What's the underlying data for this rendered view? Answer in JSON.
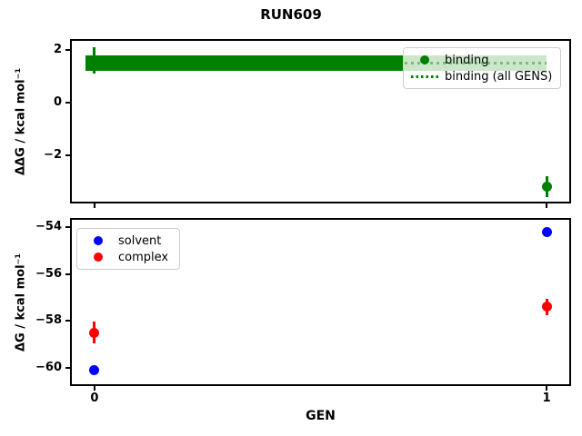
{
  "title": "RUN609",
  "colors": {
    "binding": "#008000",
    "solvent": "#0000ff",
    "complex": "#ff0000",
    "legend_border": "#cccccc",
    "axes": "#000000"
  },
  "top_plot": {
    "ylabel": "ΔΔG / kcal mol⁻¹",
    "ytick_labels": [
      "2",
      "0",
      "−2"
    ],
    "legend": [
      {
        "label": "binding"
      },
      {
        "label": "binding (all GENS)"
      }
    ]
  },
  "bottom_plot": {
    "ylabel": "ΔG / kcal mol⁻¹",
    "xlabel": "GEN",
    "ytick_labels": [
      "−54",
      "−56",
      "−58",
      "−60"
    ],
    "xtick_labels": [
      "0",
      "1"
    ],
    "legend": [
      {
        "label": "solvent"
      },
      {
        "label": "complex"
      }
    ]
  },
  "chart_data": [
    {
      "type": "scatter",
      "title": "RUN609",
      "xlabel": "GEN",
      "ylabel": "ΔΔG / kcal mol⁻¹",
      "xlim": [
        -0.05,
        1.05
      ],
      "ylim": [
        -3.76,
        2.35
      ],
      "xticks": [
        0,
        1
      ],
      "yticks": [
        2,
        0,
        -2
      ],
      "grid": false,
      "legend_position": "upper right",
      "series": [
        {
          "name": "binding",
          "color": "#008000",
          "marker": "circle",
          "x": [
            0,
            1
          ],
          "y": [
            1.6,
            -3.2
          ],
          "yerr": [
            0.5,
            0.4
          ]
        },
        {
          "name": "binding (all GENS)",
          "color": "#008000",
          "style": "dotted-hline-with-band",
          "hline": 1.5,
          "band": [
            1.2,
            1.8
          ],
          "x_span": [
            0,
            1
          ]
        }
      ]
    },
    {
      "type": "scatter",
      "xlabel": "GEN",
      "ylabel": "ΔG / kcal mol⁻¹",
      "xlim": [
        -0.05,
        1.05
      ],
      "ylim": [
        -60.71,
        -53.69
      ],
      "xticks": [
        0,
        1
      ],
      "yticks": [
        -54,
        -56,
        -58,
        -60
      ],
      "grid": false,
      "legend_position": "upper left",
      "series": [
        {
          "name": "solvent",
          "color": "#0000ff",
          "marker": "circle",
          "x": [
            0,
            1
          ],
          "y": [
            -60.1,
            -54.2
          ],
          "yerr": [
            0.15,
            0.1
          ]
        },
        {
          "name": "complex",
          "color": "#ff0000",
          "marker": "circle",
          "x": [
            0,
            1
          ],
          "y": [
            -58.5,
            -57.4
          ],
          "yerr": [
            0.45,
            0.35
          ]
        }
      ]
    }
  ]
}
